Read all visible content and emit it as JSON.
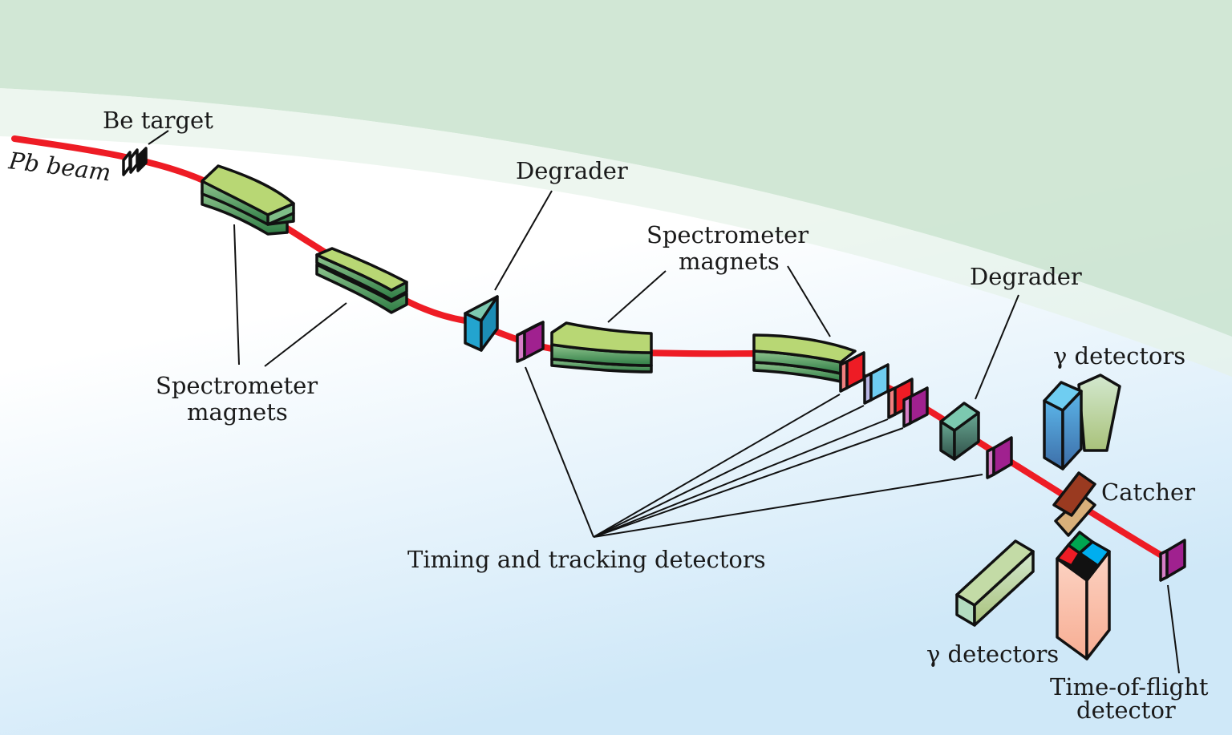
{
  "figure": {
    "title": "Fragment separator beamline schematic",
    "colors": {
      "beam": "#ee1c25",
      "magnet_top": "#b8d774",
      "magnet_side": "#3a8a50",
      "degrader": "#7cc9b0",
      "timing_purple": "#a0218f",
      "timing_red": "#ee1c25",
      "timing_blue": "#6fcdf1",
      "catcher": "#9a3a20",
      "bg_top": "#c9e4cf",
      "bg_bottom": "#d1eafa"
    }
  },
  "labels": {
    "pb_beam": "Pb beam",
    "be_target": "Be target",
    "spectrometer_magnets_1_line1": "Spectrometer",
    "spectrometer_magnets_1_line2": "magnets",
    "degrader_1": "Degrader",
    "spectrometer_magnets_2_line1": "Spectrometer",
    "spectrometer_magnets_2_line2": "magnets",
    "degrader_2": "Degrader",
    "gamma_detectors_top": "γ detectors",
    "catcher": "Catcher",
    "timing_tracking": "Timing and tracking detectors",
    "gamma_detectors_bottom": "γ detectors",
    "tof_line1": "Time-of-flight",
    "tof_line2": "detector"
  }
}
